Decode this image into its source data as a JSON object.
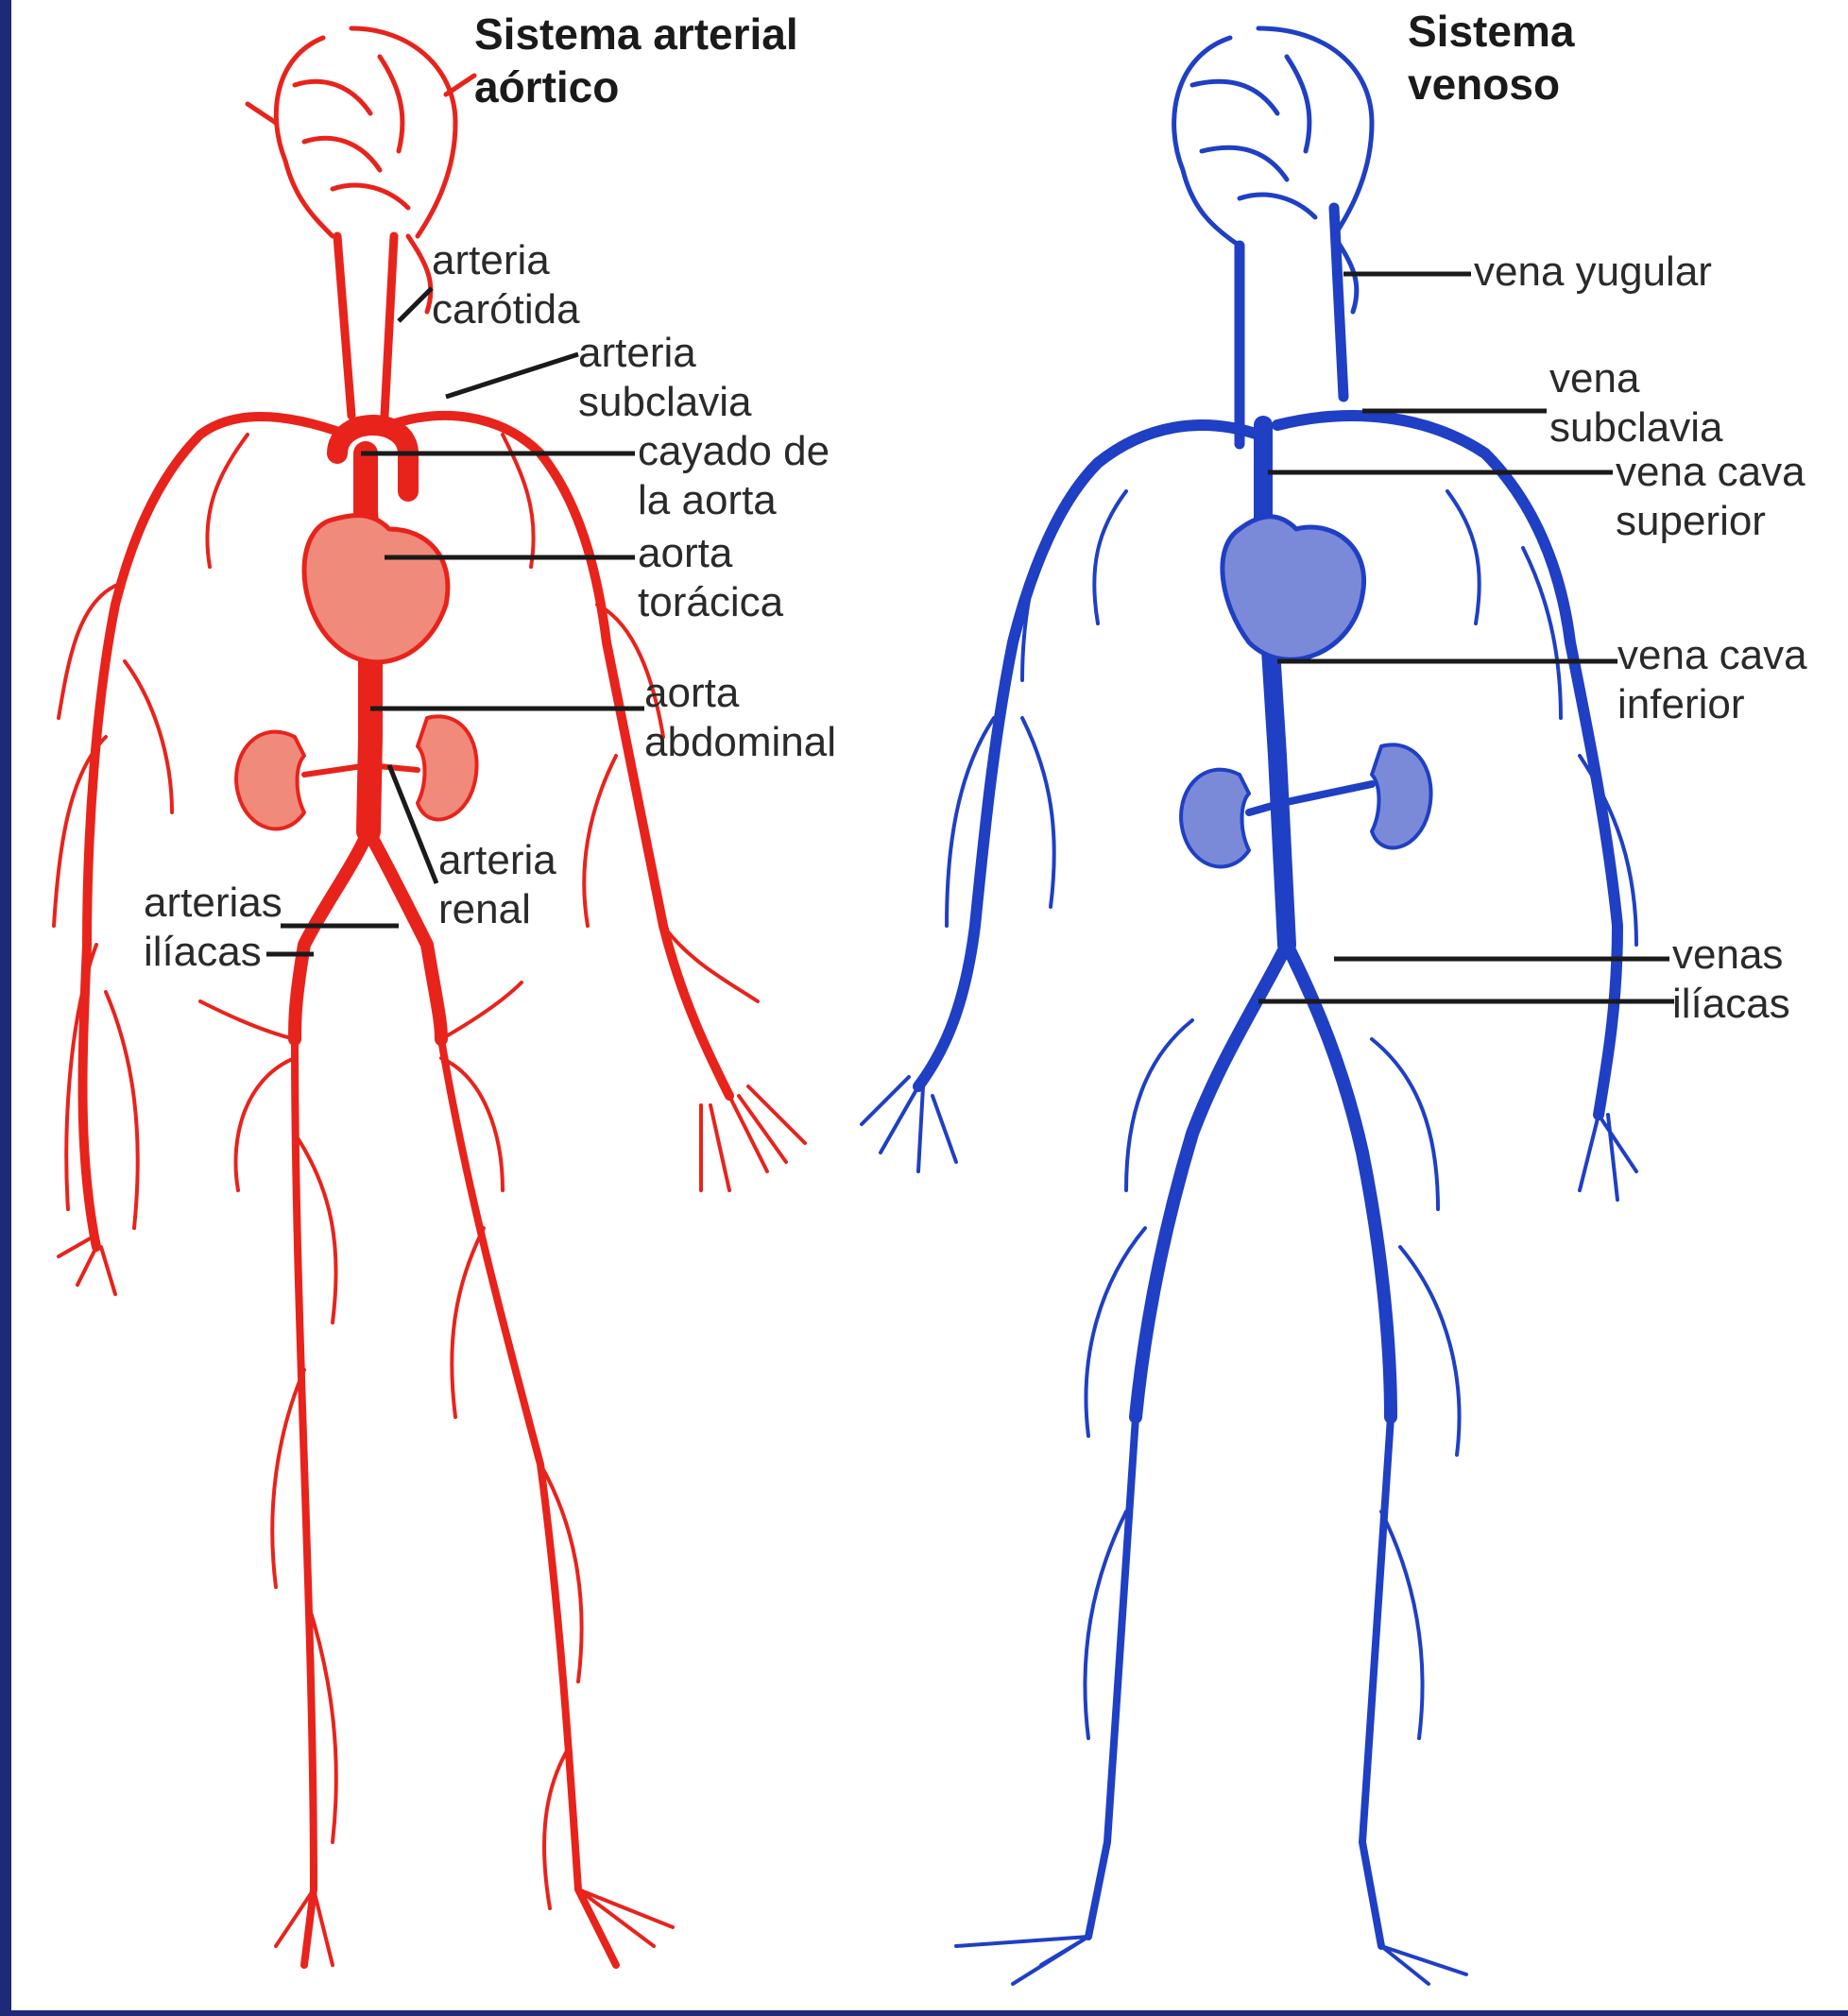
{
  "arterial": {
    "title_line1": "Sistema arterial",
    "title_line2": "aórtico",
    "color": "#e8231c",
    "organ_color": "#f08a7a",
    "labels": {
      "carotida_1": "arteria",
      "carotida_2": "carótida",
      "subclavia_1": "arteria",
      "subclavia_2": "subclavia",
      "cayado_1": "cayado de",
      "cayado_2": "la aorta",
      "toracica_1": "aorta",
      "toracica_2": "torácica",
      "abdominal_1": "aorta",
      "abdominal_2": "abdominal",
      "renal_1": "arteria",
      "renal_2": "renal",
      "iliacas_1": "arterias",
      "iliacas_2": "ilíacas"
    }
  },
  "venous": {
    "title_line1": "Sistema",
    "title_line2": "venoso",
    "color": "#1f3fc4",
    "organ_color": "#7a8ad8",
    "labels": {
      "yugular": "vena yugular",
      "subclavia_1": "vena",
      "subclavia_2": "subclavia",
      "cava_sup_1": "vena cava",
      "cava_sup_2": "superior",
      "cava_inf_1": "vena cava",
      "cava_inf_2": "inferior",
      "iliacas_1": "venas",
      "iliacas_2": "ilíacas"
    }
  }
}
